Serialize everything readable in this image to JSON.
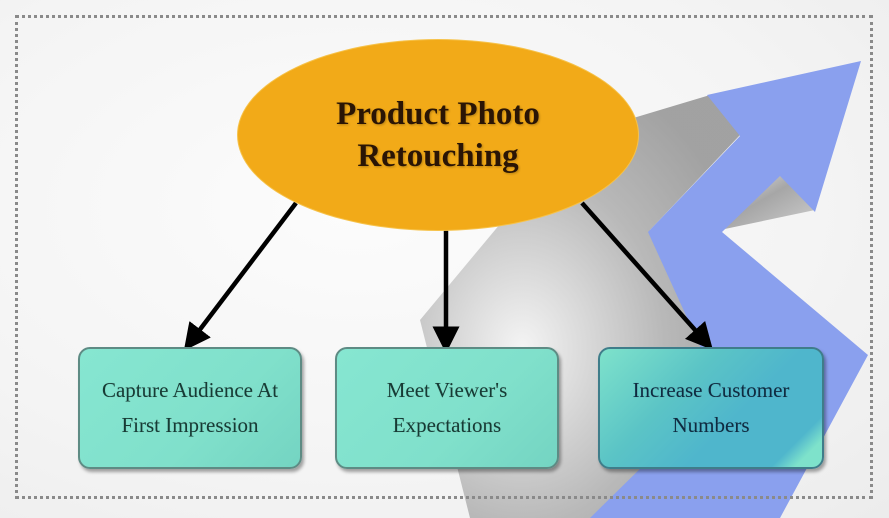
{
  "diagram": {
    "central_node": {
      "line1": "Product Photo",
      "line2": "Retouching",
      "color": "#f2aa18"
    },
    "child_nodes": [
      {
        "line1": "Capture Audience At",
        "line2": "First Impression",
        "color": "#86e6d1"
      },
      {
        "line1": "Meet Viewer's",
        "line2": "Expectations",
        "color": "#86e6d1"
      },
      {
        "line1": "Increase Customer",
        "line2": "Numbers",
        "color": "#4fb6cc"
      }
    ],
    "connectors": [
      {
        "from": "Product Photo Retouching",
        "to": "Capture Audience At First Impression"
      },
      {
        "from": "Product Photo Retouching",
        "to": "Meet Viewer's Expectations"
      },
      {
        "from": "Product Photo Retouching",
        "to": "Increase Customer Numbers"
      }
    ],
    "background": {
      "growth_arrow_color": "#8aa0ee",
      "shadow_color": "#a9a9a9",
      "border_style": "dotted",
      "border_color": "#8a8a8a"
    }
  }
}
